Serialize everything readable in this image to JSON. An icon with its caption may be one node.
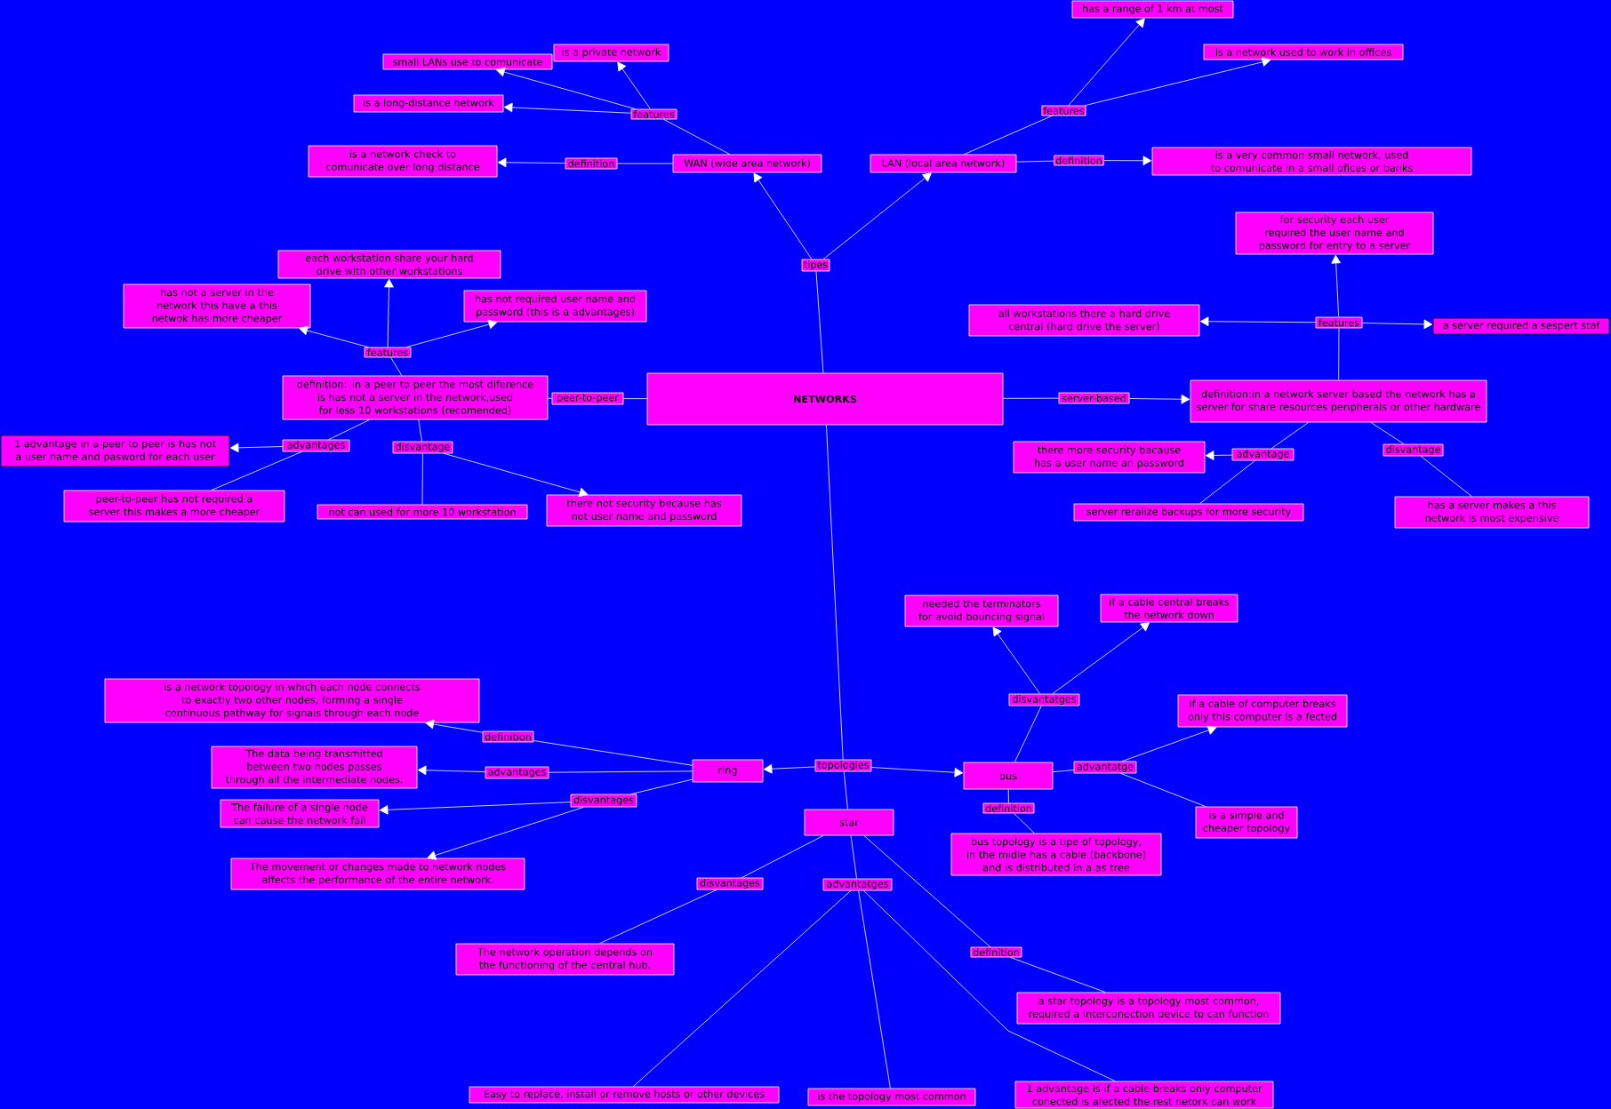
{
  "diagram": {
    "nodes": [
      {
        "text": [
          "NETWORKS"
        ]
      },
      {
        "text": [
          "tipes"
        ]
      },
      {
        "text": [
          "WAN (wide area network)"
        ]
      },
      {
        "text": [
          "LAN (local area network)"
        ]
      },
      {
        "text": [
          "features"
        ]
      },
      {
        "text": [
          "is a private network"
        ]
      },
      {
        "text": [
          "small LANs use to comunicate"
        ]
      },
      {
        "text": [
          "is a long-distance network"
        ]
      },
      {
        "text": [
          "definition"
        ]
      },
      {
        "text": [
          "is a network check to comunicate over long distance"
        ]
      },
      {
        "text": [
          "features"
        ]
      },
      {
        "text": [
          "has a range of 1 km at most"
        ]
      },
      {
        "text": [
          "is a network used to work in offices"
        ]
      },
      {
        "text": [
          "definition"
        ]
      },
      {
        "text": [
          "is a very common small network, used to comunicate in a small ofices or banks"
        ]
      },
      {
        "text": [
          "peer-to-peer"
        ]
      },
      {
        "text": [
          "definition: in a peer to peer the most diference is has not a server in the network,used for less 10 workstations (recomended)"
        ]
      },
      {
        "text": [
          "features"
        ]
      },
      {
        "text": [
          "each workstation share your hard drive with other workstations"
        ]
      },
      {
        "text": [
          "has not a server in the network this have a this netwok has more cheaper"
        ]
      },
      {
        "text": [
          "has not required user name and password (this is a advantages)"
        ]
      },
      {
        "text": [
          "advantages"
        ]
      },
      {
        "text": [
          "1 advantage in a peer to peer is has not a user name and pasword for each user"
        ]
      },
      {
        "text": [
          "peer-to-peer has not required a server this makes a more cheaper"
        ]
      },
      {
        "text": [
          "disvantage"
        ]
      },
      {
        "text": [
          "not can used for more 10 workstation"
        ]
      },
      {
        "text": [
          "there not security because has not user name and password"
        ]
      },
      {
        "text": [
          "server-based"
        ]
      },
      {
        "text": [
          "definition:in a network server based the network has a server for share resources peripherals or other hardware"
        ]
      },
      {
        "text": [
          "features"
        ]
      },
      {
        "text": [
          "for security each user required the user name and password for entry to a server"
        ]
      },
      {
        "text": [
          "all workstations there a hard drive central (hard drive the server)"
        ]
      },
      {
        "text": [
          "a server required a sespert staf"
        ]
      },
      {
        "text": [
          "advantage"
        ]
      },
      {
        "text": [
          "there more security bacause has a user name an password"
        ]
      },
      {
        "text": [
          "server reralize backups for more security"
        ]
      },
      {
        "text": [
          "disvantage"
        ]
      },
      {
        "text": [
          "has a server makes a this network is most expensive"
        ]
      },
      {
        "text": [
          "topologies"
        ]
      },
      {
        "text": [
          "ring"
        ]
      },
      {
        "text": [
          "bus"
        ]
      },
      {
        "text": [
          "star"
        ]
      },
      {
        "text": [
          "definition"
        ]
      },
      {
        "text": [
          "is a network topology in which each node connects to exactly two other nodes, forming a single continuous pathway for signals through each node"
        ]
      },
      {
        "text": [
          "advantages"
        ]
      },
      {
        "text": [
          "The data being transmitted between two nodes passes through all the intermediate nodes."
        ]
      },
      {
        "text": [
          "disvantages"
        ]
      },
      {
        "text": [
          "The failure of a single node can cause the network fail"
        ]
      },
      {
        "text": [
          "The movement or changes made to network nodes affects the performance of the entire network."
        ]
      },
      {
        "text": [
          "disvantatges"
        ]
      },
      {
        "text": [
          "needed the terminators for avoid bouncing signal"
        ]
      },
      {
        "text": [
          "if a cable central breaks the network down"
        ]
      },
      {
        "text": [
          "advantatge"
        ]
      },
      {
        "text": [
          "if a cable of computer breaks only this computer is a fected"
        ]
      },
      {
        "text": [
          "is a simple and cheaper topology"
        ]
      },
      {
        "text": [
          "definition"
        ]
      },
      {
        "text": [
          "bus topology is a tipe of topology, in the midle has a cable (backbone) and is distributed in a as tree"
        ]
      },
      {
        "text": [
          "disvantages"
        ]
      },
      {
        "text": [
          "The network operation depends on the functioning of the central hub."
        ]
      },
      {
        "text": [
          "advantatges"
        ]
      },
      {
        "text": [
          "Easy to replace, install or remove hosts or other devices"
        ]
      },
      {
        "text": [
          "is the topology most common"
        ]
      },
      {
        "text": [
          "1 advantage is if a cable breaks only computer conected is afected the rest netork can work"
        ]
      },
      {
        "text": [
          "definition"
        ]
      },
      {
        "text": [
          "a star topology is a topology most common, required a interconection device to can function"
        ]
      }
    ],
    "edges": [
      {
        "from": 0,
        "to": 1,
        "arrow": "none"
      },
      {
        "from": 1,
        "to": 2,
        "arrow": "to"
      },
      {
        "from": 1,
        "to": 3,
        "arrow": "to"
      },
      {
        "from": 2,
        "to": 4,
        "arrow": "none"
      },
      {
        "from": 4,
        "to": 5,
        "arrow": "to"
      },
      {
        "from": 4,
        "to": 6,
        "arrow": "to"
      },
      {
        "from": 4,
        "to": 7,
        "arrow": "to"
      },
      {
        "from": 2,
        "to": 8,
        "arrow": "none"
      },
      {
        "from": 8,
        "to": 9,
        "arrow": "to"
      },
      {
        "from": 3,
        "to": 10,
        "arrow": "none"
      },
      {
        "from": 10,
        "to": 11,
        "arrow": "to"
      },
      {
        "from": 10,
        "to": 12,
        "arrow": "to"
      },
      {
        "from": 3,
        "to": 13,
        "arrow": "none"
      },
      {
        "from": 13,
        "to": 14,
        "arrow": "to"
      },
      {
        "from": 0,
        "to": 15,
        "arrow": "none"
      },
      {
        "from": 15,
        "to": 16,
        "arrow": "none"
      },
      {
        "from": 16,
        "to": 17,
        "arrow": "none"
      },
      {
        "from": 17,
        "to": 18,
        "arrow": "to"
      },
      {
        "from": 17,
        "to": 19,
        "arrow": "to"
      },
      {
        "from": 17,
        "to": 20,
        "arrow": "to"
      },
      {
        "from": 16,
        "to": 21,
        "arrow": "none"
      },
      {
        "from": 21,
        "to": 22,
        "arrow": "to"
      },
      {
        "from": 21,
        "to": 23,
        "arrow": "none"
      },
      {
        "from": 16,
        "to": 24,
        "arrow": "none"
      },
      {
        "from": 24,
        "to": 25,
        "arrow": "none"
      },
      {
        "from": 24,
        "to": 26,
        "arrow": "to"
      },
      {
        "from": 0,
        "to": 27,
        "arrow": "none"
      },
      {
        "from": 27,
        "to": 28,
        "arrow": "to"
      },
      {
        "from": 28,
        "to": 29,
        "arrow": "none"
      },
      {
        "from": 29,
        "to": 30,
        "arrow": "to"
      },
      {
        "from": 29,
        "to": 31,
        "arrow": "to"
      },
      {
        "from": 29,
        "to": 32,
        "arrow": "to"
      },
      {
        "from": 28,
        "to": 33,
        "arrow": "none"
      },
      {
        "from": 33,
        "to": 34,
        "arrow": "to"
      },
      {
        "from": 33,
        "to": 35,
        "arrow": "none"
      },
      {
        "from": 28,
        "to": 36,
        "arrow": "none"
      },
      {
        "from": 36,
        "to": 37,
        "arrow": "none"
      },
      {
        "from": 0,
        "to": 38,
        "arrow": "none"
      },
      {
        "from": 38,
        "to": 39,
        "arrow": "to"
      },
      {
        "from": 38,
        "to": 40,
        "arrow": "to"
      },
      {
        "from": 38,
        "to": 41,
        "arrow": "none"
      },
      {
        "from": 39,
        "to": 42,
        "arrow": "none"
      },
      {
        "from": 42,
        "to": 43,
        "arrow": "to"
      },
      {
        "from": 39,
        "to": 44,
        "arrow": "none"
      },
      {
        "from": 44,
        "to": 45,
        "arrow": "to"
      },
      {
        "from": 39,
        "to": 46,
        "arrow": "none"
      },
      {
        "from": 46,
        "to": 47,
        "arrow": "to"
      },
      {
        "from": 46,
        "to": 48,
        "arrow": "to"
      },
      {
        "from": 40,
        "to": 49,
        "arrow": "none"
      },
      {
        "from": 49,
        "to": 50,
        "arrow": "to"
      },
      {
        "from": 49,
        "to": 51,
        "arrow": "to"
      },
      {
        "from": 40,
        "to": 52,
        "arrow": "none"
      },
      {
        "from": 52,
        "to": 53,
        "arrow": "to"
      },
      {
        "from": 52,
        "to": 54,
        "arrow": "none"
      },
      {
        "from": 40,
        "to": 55,
        "arrow": "none"
      },
      {
        "from": 55,
        "to": 56,
        "arrow": "none"
      },
      {
        "from": 41,
        "to": 57,
        "arrow": "none"
      },
      {
        "from": 57,
        "to": 58,
        "arrow": "none"
      },
      {
        "from": 41,
        "to": 59,
        "arrow": "none"
      },
      {
        "from": 59,
        "to": 60,
        "arrow": "none"
      },
      {
        "from": 59,
        "to": 61,
        "arrow": "none"
      },
      {
        "from": 59,
        "to": 62,
        "arrow": "none"
      },
      {
        "from": 41,
        "to": 63,
        "arrow": "none"
      },
      {
        "from": 63,
        "to": 64,
        "arrow": "none"
      }
    ]
  }
}
